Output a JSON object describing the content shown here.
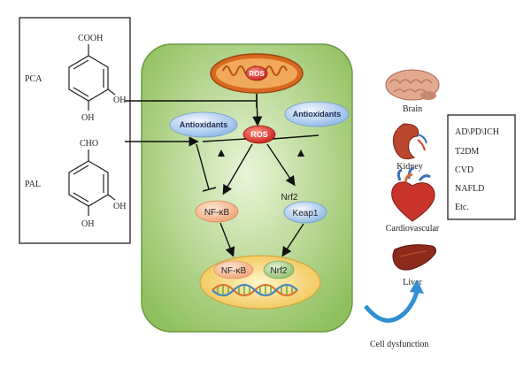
{
  "compounds": {
    "pca": {
      "name": "PCA",
      "top_group": "COOH",
      "oh_side": "OH",
      "oh_bottom": "OH"
    },
    "pal": {
      "name": "PAL",
      "top_group": "CHO",
      "oh_side": "OH",
      "oh_bottom": "OH"
    }
  },
  "cell": {
    "mito_label": "ROS",
    "ros_label": "ROS",
    "antioxidants_left": "Antioxidants",
    "antioxidants_right": "Antioxidants",
    "nfkb_cyto": "NF-κB",
    "nrf2_cyto": "Nrf2",
    "keap1": "Keap1",
    "nfkb_nucleus": "NF-κB",
    "nrf2_nucleus": "Nrf2"
  },
  "organs": {
    "brain": "Brain",
    "kidney": "Kidney",
    "cardiovascular": "Cardiovascular",
    "liver": "Liver"
  },
  "diseases": [
    "AD\\PD\\ICH",
    "T2DM",
    "CVD",
    "NAFLD",
    "Etc."
  ],
  "footer": {
    "cell_dysfunction": "Cell dysfunction"
  },
  "colors": {
    "cell_fill": "#a9cf7a",
    "nucleus_fill": "#f6d77a",
    "ros": "#d9322b",
    "bubble": "#9fc3ea",
    "nfkb_bubble": "#f6b48c",
    "mito": "#d8691e",
    "arrow_blue": "#2f8fd0"
  }
}
